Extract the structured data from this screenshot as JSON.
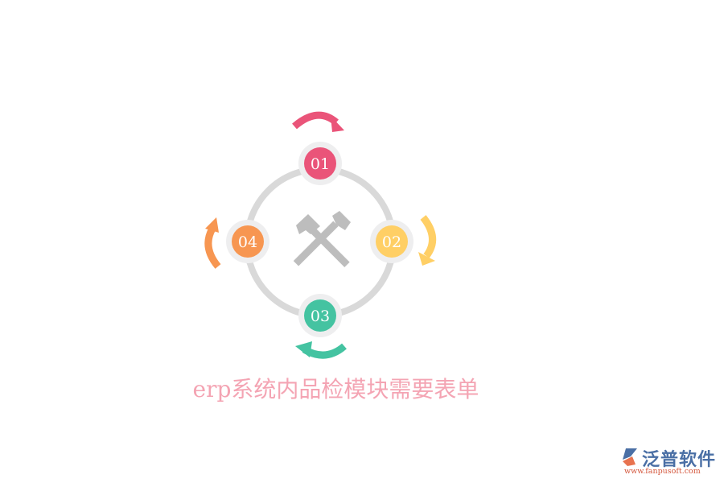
{
  "diagram": {
    "center_icon": "hammer-cross-icon",
    "ring_color": "#d9d9d9",
    "nodes": [
      {
        "label": "01",
        "color": "#ea5479",
        "position": "top"
      },
      {
        "label": "02",
        "color": "#ffcf65",
        "position": "right"
      },
      {
        "label": "03",
        "color": "#44c3a1",
        "position": "bottom"
      },
      {
        "label": "04",
        "color": "#f79651",
        "position": "left"
      }
    ],
    "arrow_direction": "clockwise"
  },
  "title": "erp系统内品检模块需要表单",
  "logo": {
    "name": "泛普软件",
    "url": "www.fanpusoft.com"
  }
}
